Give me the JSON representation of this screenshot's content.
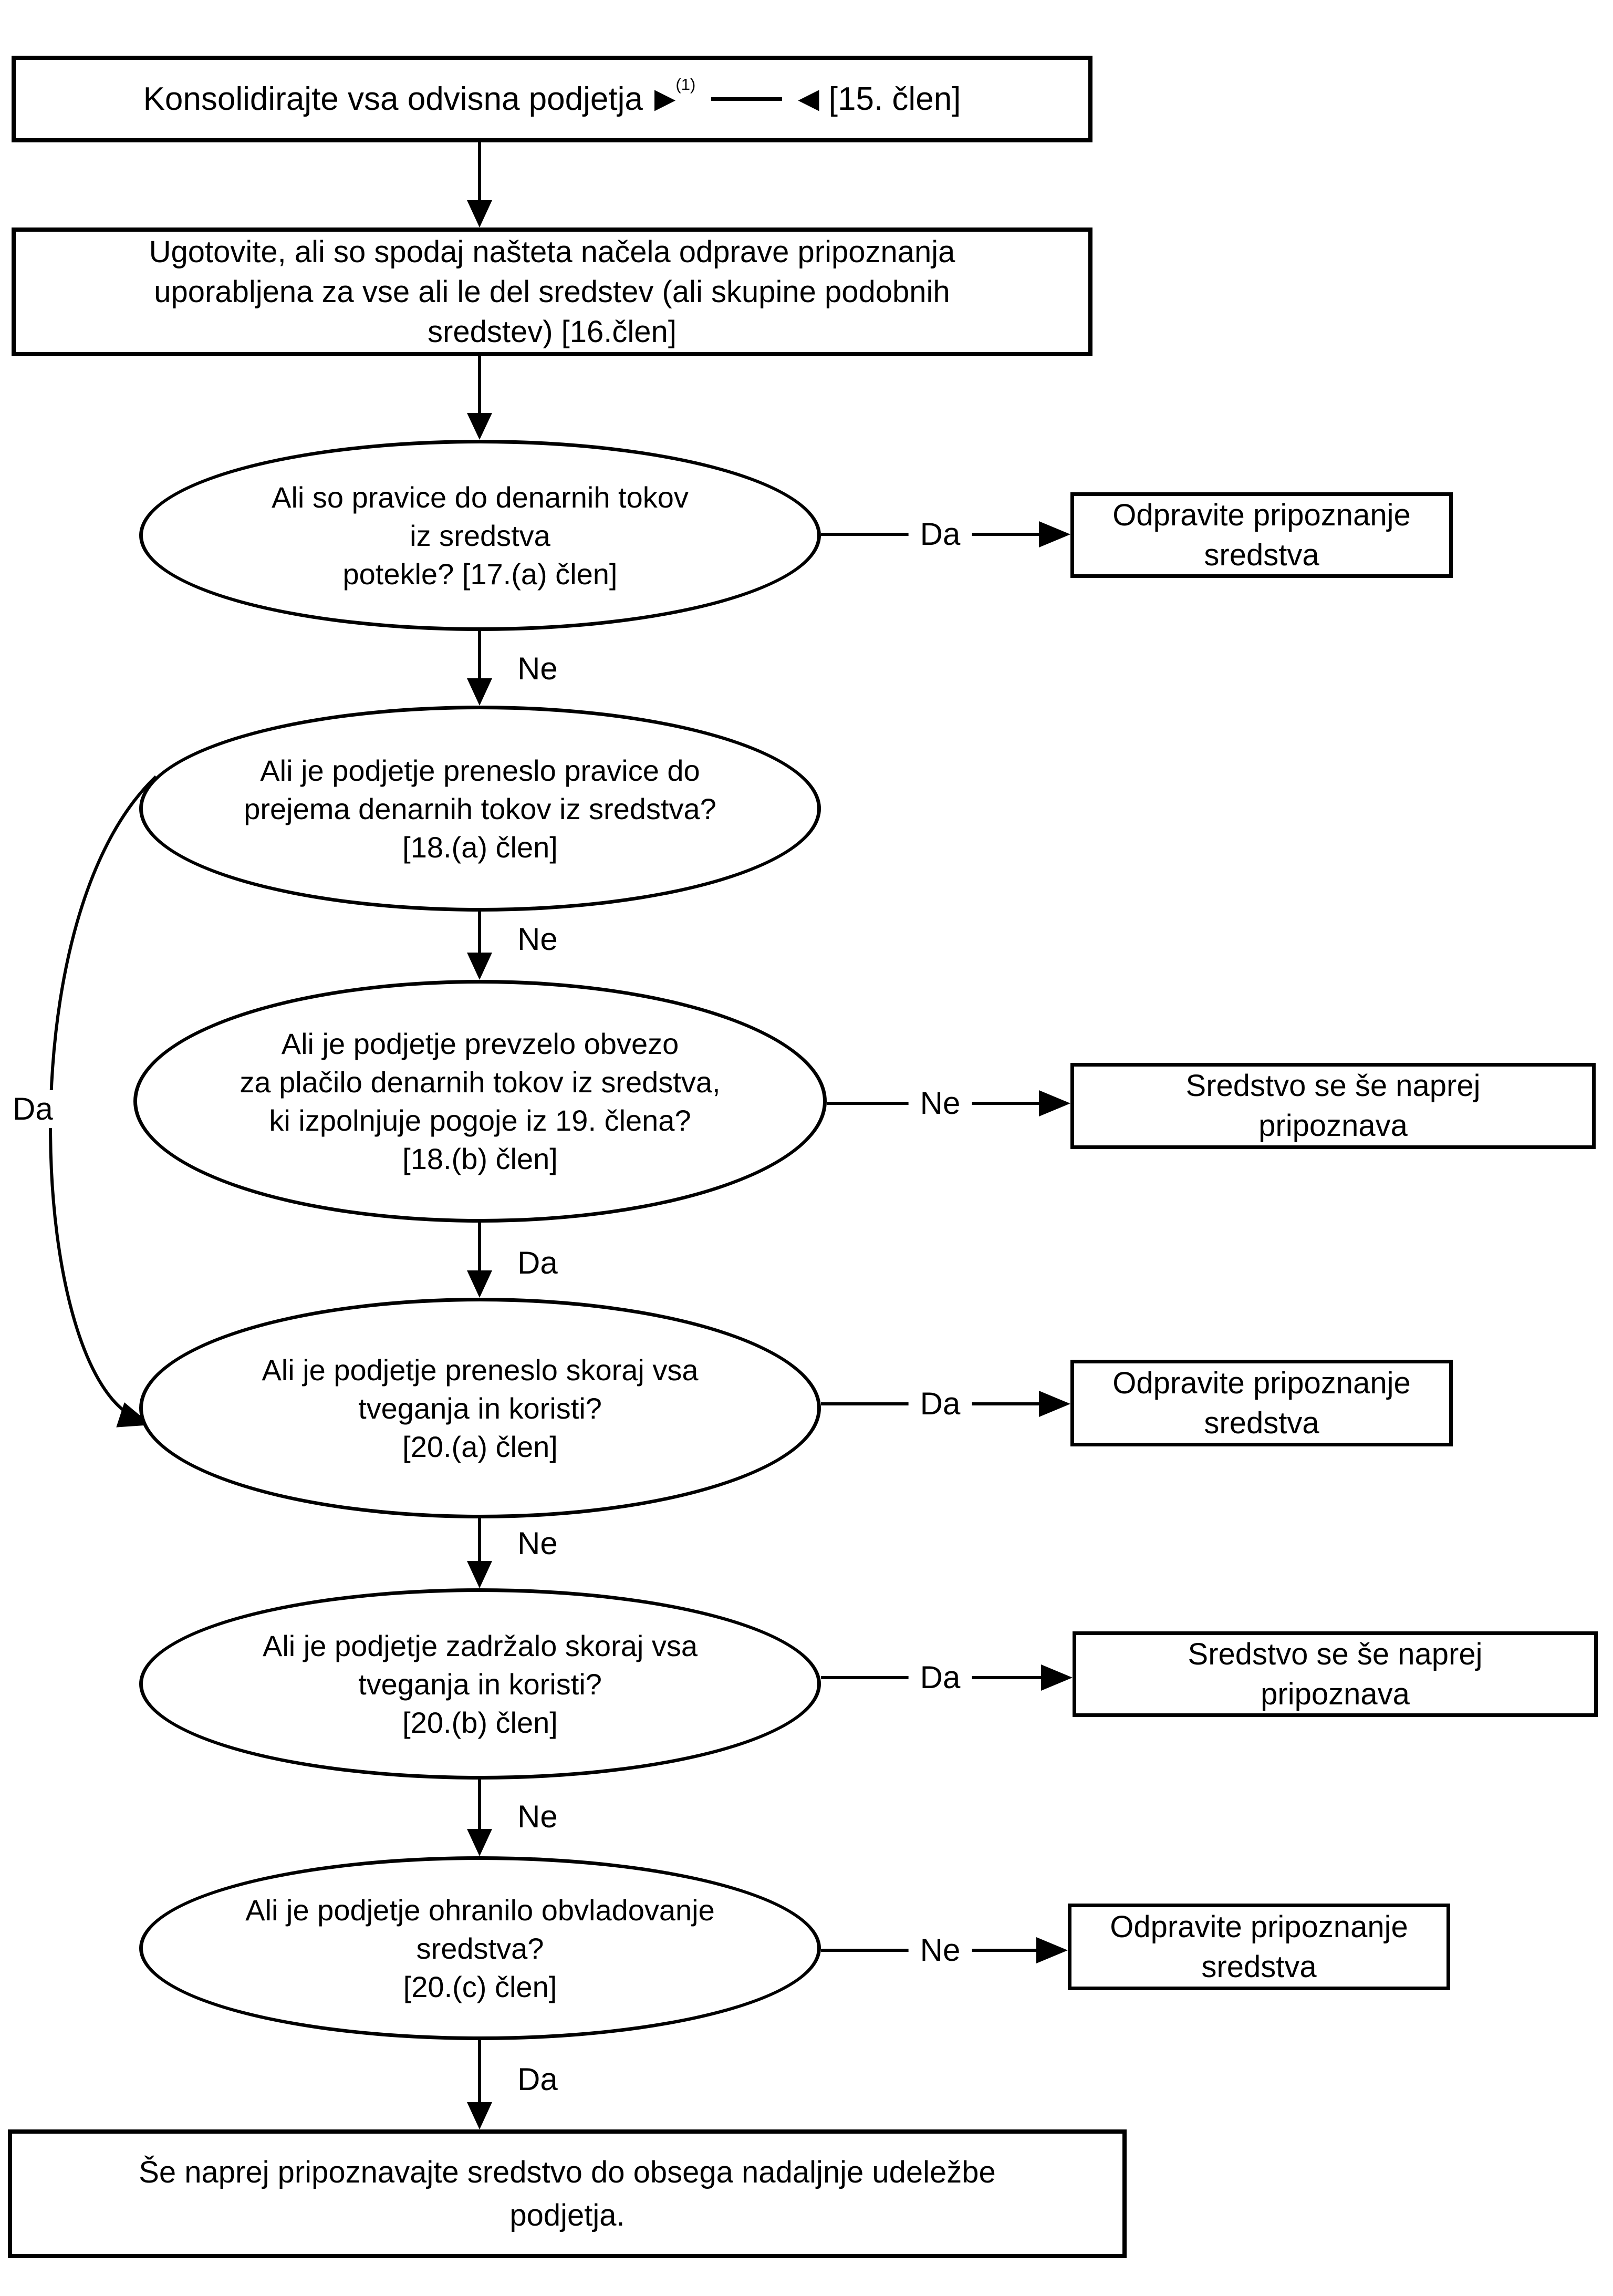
{
  "page": {
    "background": "#ffffff",
    "ink": "#000000"
  },
  "nodes": {
    "start": {
      "text": "Konsolidirajte vsa odvisna podjetja",
      "marker_open": "▶",
      "marker_sup": "(1)",
      "marker_close": "◀",
      "ref": "[15. člen]"
    },
    "step2": {
      "lines": [
        "Ugotovite, ali so spodaj našteta načela odprave pripoznanja",
        "uporabljena za vse ali le del sredstev (ali skupine podobnih",
        "sredstev) [16.člen]"
      ]
    },
    "q1": {
      "lines": [
        "Ali so pravice do denarnih tokov",
        "iz sredstva",
        "potekle? [17.(a) člen]"
      ]
    },
    "q2": {
      "lines": [
        "Ali je podjetje preneslo pravice do",
        "prejema denarnih tokov iz sredstva?",
        "[18.(a) člen]"
      ]
    },
    "q3": {
      "lines": [
        "Ali je podjetje prevzelo obvezo",
        "za plačilo denarnih tokov iz sredstva,",
        "ki izpolnjuje pogoje iz 19. člena?",
        "[18.(b) člen]"
      ]
    },
    "q4": {
      "lines": [
        "Ali je podjetje preneslo skoraj vsa",
        "tveganja in koristi?",
        "[20.(a) člen]"
      ]
    },
    "q5": {
      "lines": [
        "Ali je podjetje zadržalo skoraj vsa",
        "tveganja in koristi?",
        "[20.(b) člen]"
      ]
    },
    "q6": {
      "lines": [
        "Ali je podjetje ohranilo obvladovanje",
        "sredstva?",
        "[20.(c) člen]"
      ]
    },
    "result1": {
      "lines": [
        "Odpravite pripoznanje",
        "sredstva"
      ]
    },
    "result2": {
      "lines": [
        "Sredstvo se še naprej",
        "pripoznava"
      ]
    },
    "result3": {
      "lines": [
        "Odpravite pripoznanje",
        "sredstva"
      ]
    },
    "result4": {
      "lines": [
        "Sredstvo se še naprej",
        "pripoznava"
      ]
    },
    "result5": {
      "lines": [
        "Odpravite pripoznanje",
        "sredstva"
      ]
    },
    "end": {
      "lines": [
        "Še naprej pripoznavajte sredstvo do obsega nadaljnje udeležbe",
        "podjetja."
      ]
    }
  },
  "labels": {
    "q1_yes": "Da",
    "q1_no": "Ne",
    "q2_no": "Ne",
    "q2_yes_curve": "Da",
    "q3_no": "Ne",
    "q3_yes": "Da",
    "q4_yes": "Da",
    "q4_no": "Ne",
    "q5_yes": "Da",
    "q5_no": "Ne",
    "q6_no": "Ne",
    "q6_yes": "Da"
  }
}
